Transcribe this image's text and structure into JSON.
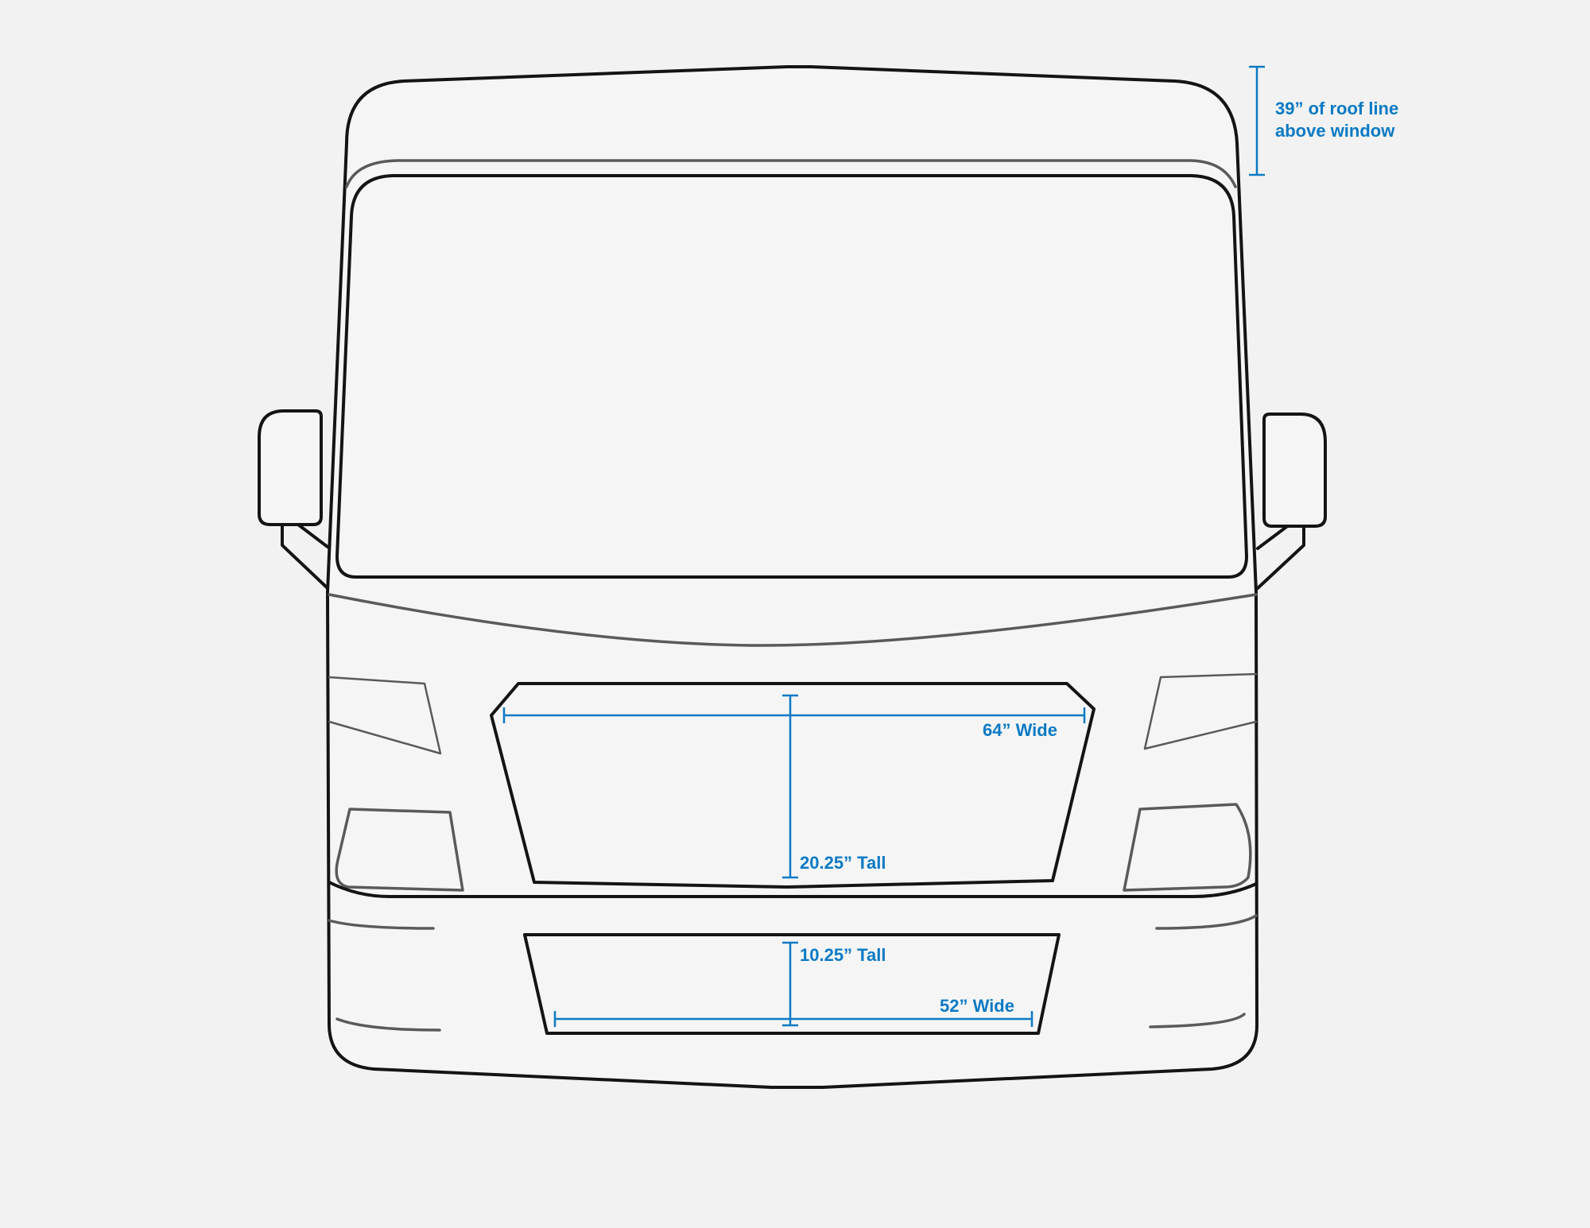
{
  "colors": {
    "background": "#f2f2f2",
    "outline": "#141414",
    "detail": "#5a5a5a",
    "dimension": "#0a7ac4"
  },
  "annotations": {
    "roof_line_1": "39” of roof line",
    "roof_line_2": "above window",
    "grille_width": "64” Wide",
    "grille_height": "20.25” Tall",
    "bumper_height": "10.25” Tall",
    "bumper_width": "52” Wide"
  }
}
